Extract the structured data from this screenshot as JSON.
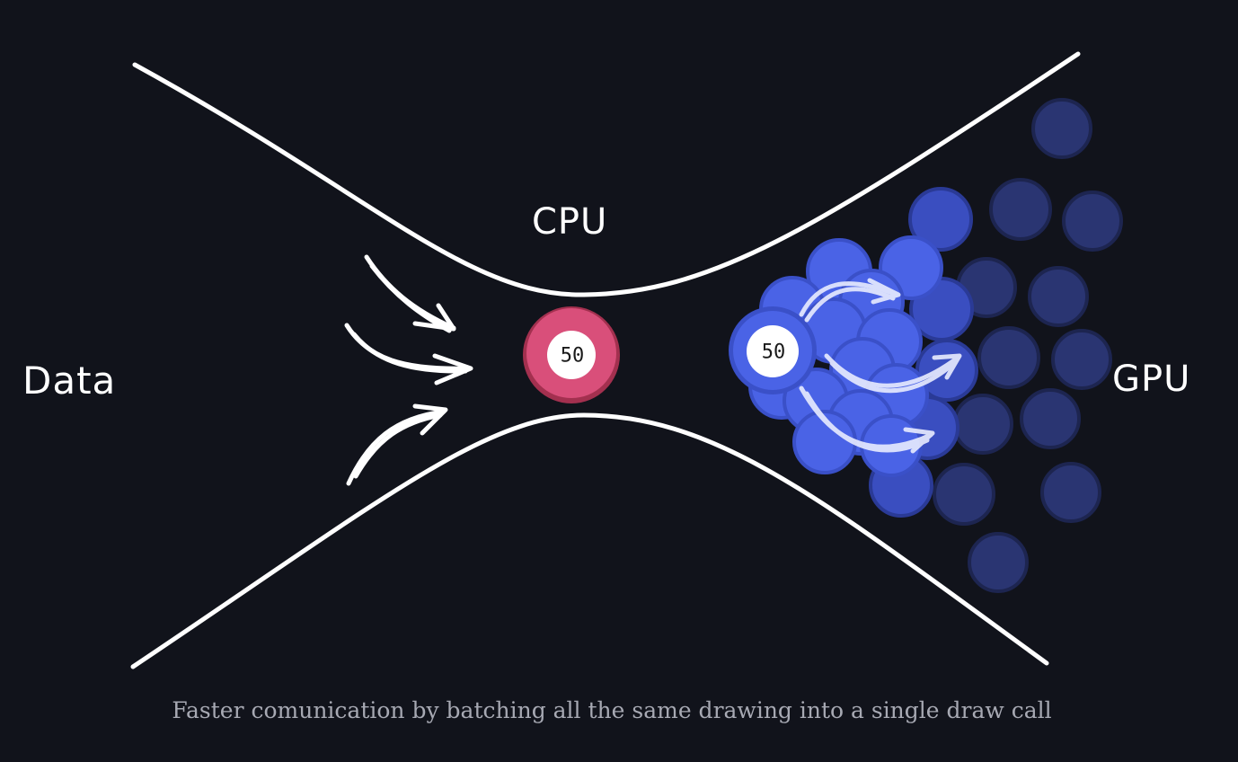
{
  "labels": {
    "data": "Data",
    "cpu": "CPU",
    "gpu": "GPU"
  },
  "cpu_badge": "50",
  "gpu_badge": "50",
  "caption": "Faster comunication by batching all the same drawing into a single draw call",
  "colors": {
    "background": "#11131b",
    "line": "#ffffff",
    "cpu_badge_ring": "#d94f7a",
    "cpu_badge_edge": "#a3304f",
    "gpu_circle_bright": "#4a63e6",
    "gpu_circle_mid": "#3347b0",
    "gpu_circle_dim": "#2a3572",
    "caption": "#a7a9b3"
  }
}
